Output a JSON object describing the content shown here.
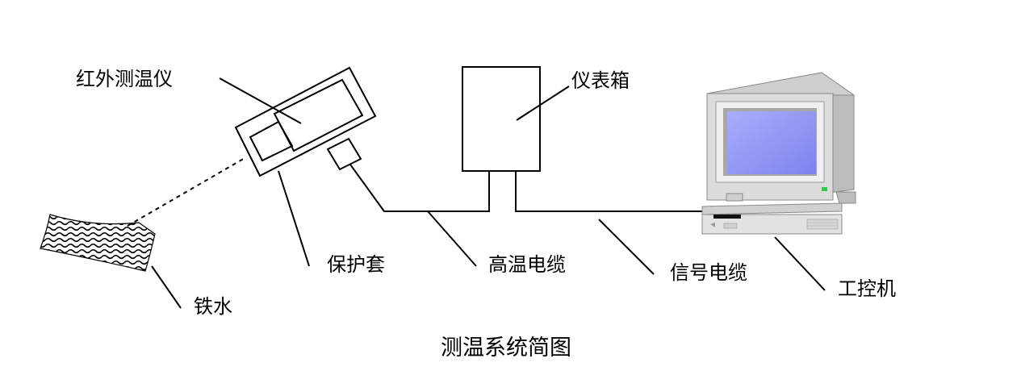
{
  "labels": {
    "thermometer": "红外测温仪",
    "cabinet": "仪表箱",
    "sheath": "保护套",
    "hot_cable": "高温电缆",
    "signal_cable": "信号电缆",
    "ipc": "工控机",
    "molten_iron": "铁水"
  },
  "caption": "测温系统简图",
  "colors": {
    "line": "#000000",
    "monitor_body": "#d9d9d9",
    "monitor_shade": "#b5b5b5",
    "screen": "#8f96f3",
    "screen_frame": "#9a9a9a",
    "led": "#2ec84a"
  },
  "icons": [
    "molten-iron-wave",
    "pc-monitor-icon",
    "pc-base-icon"
  ]
}
